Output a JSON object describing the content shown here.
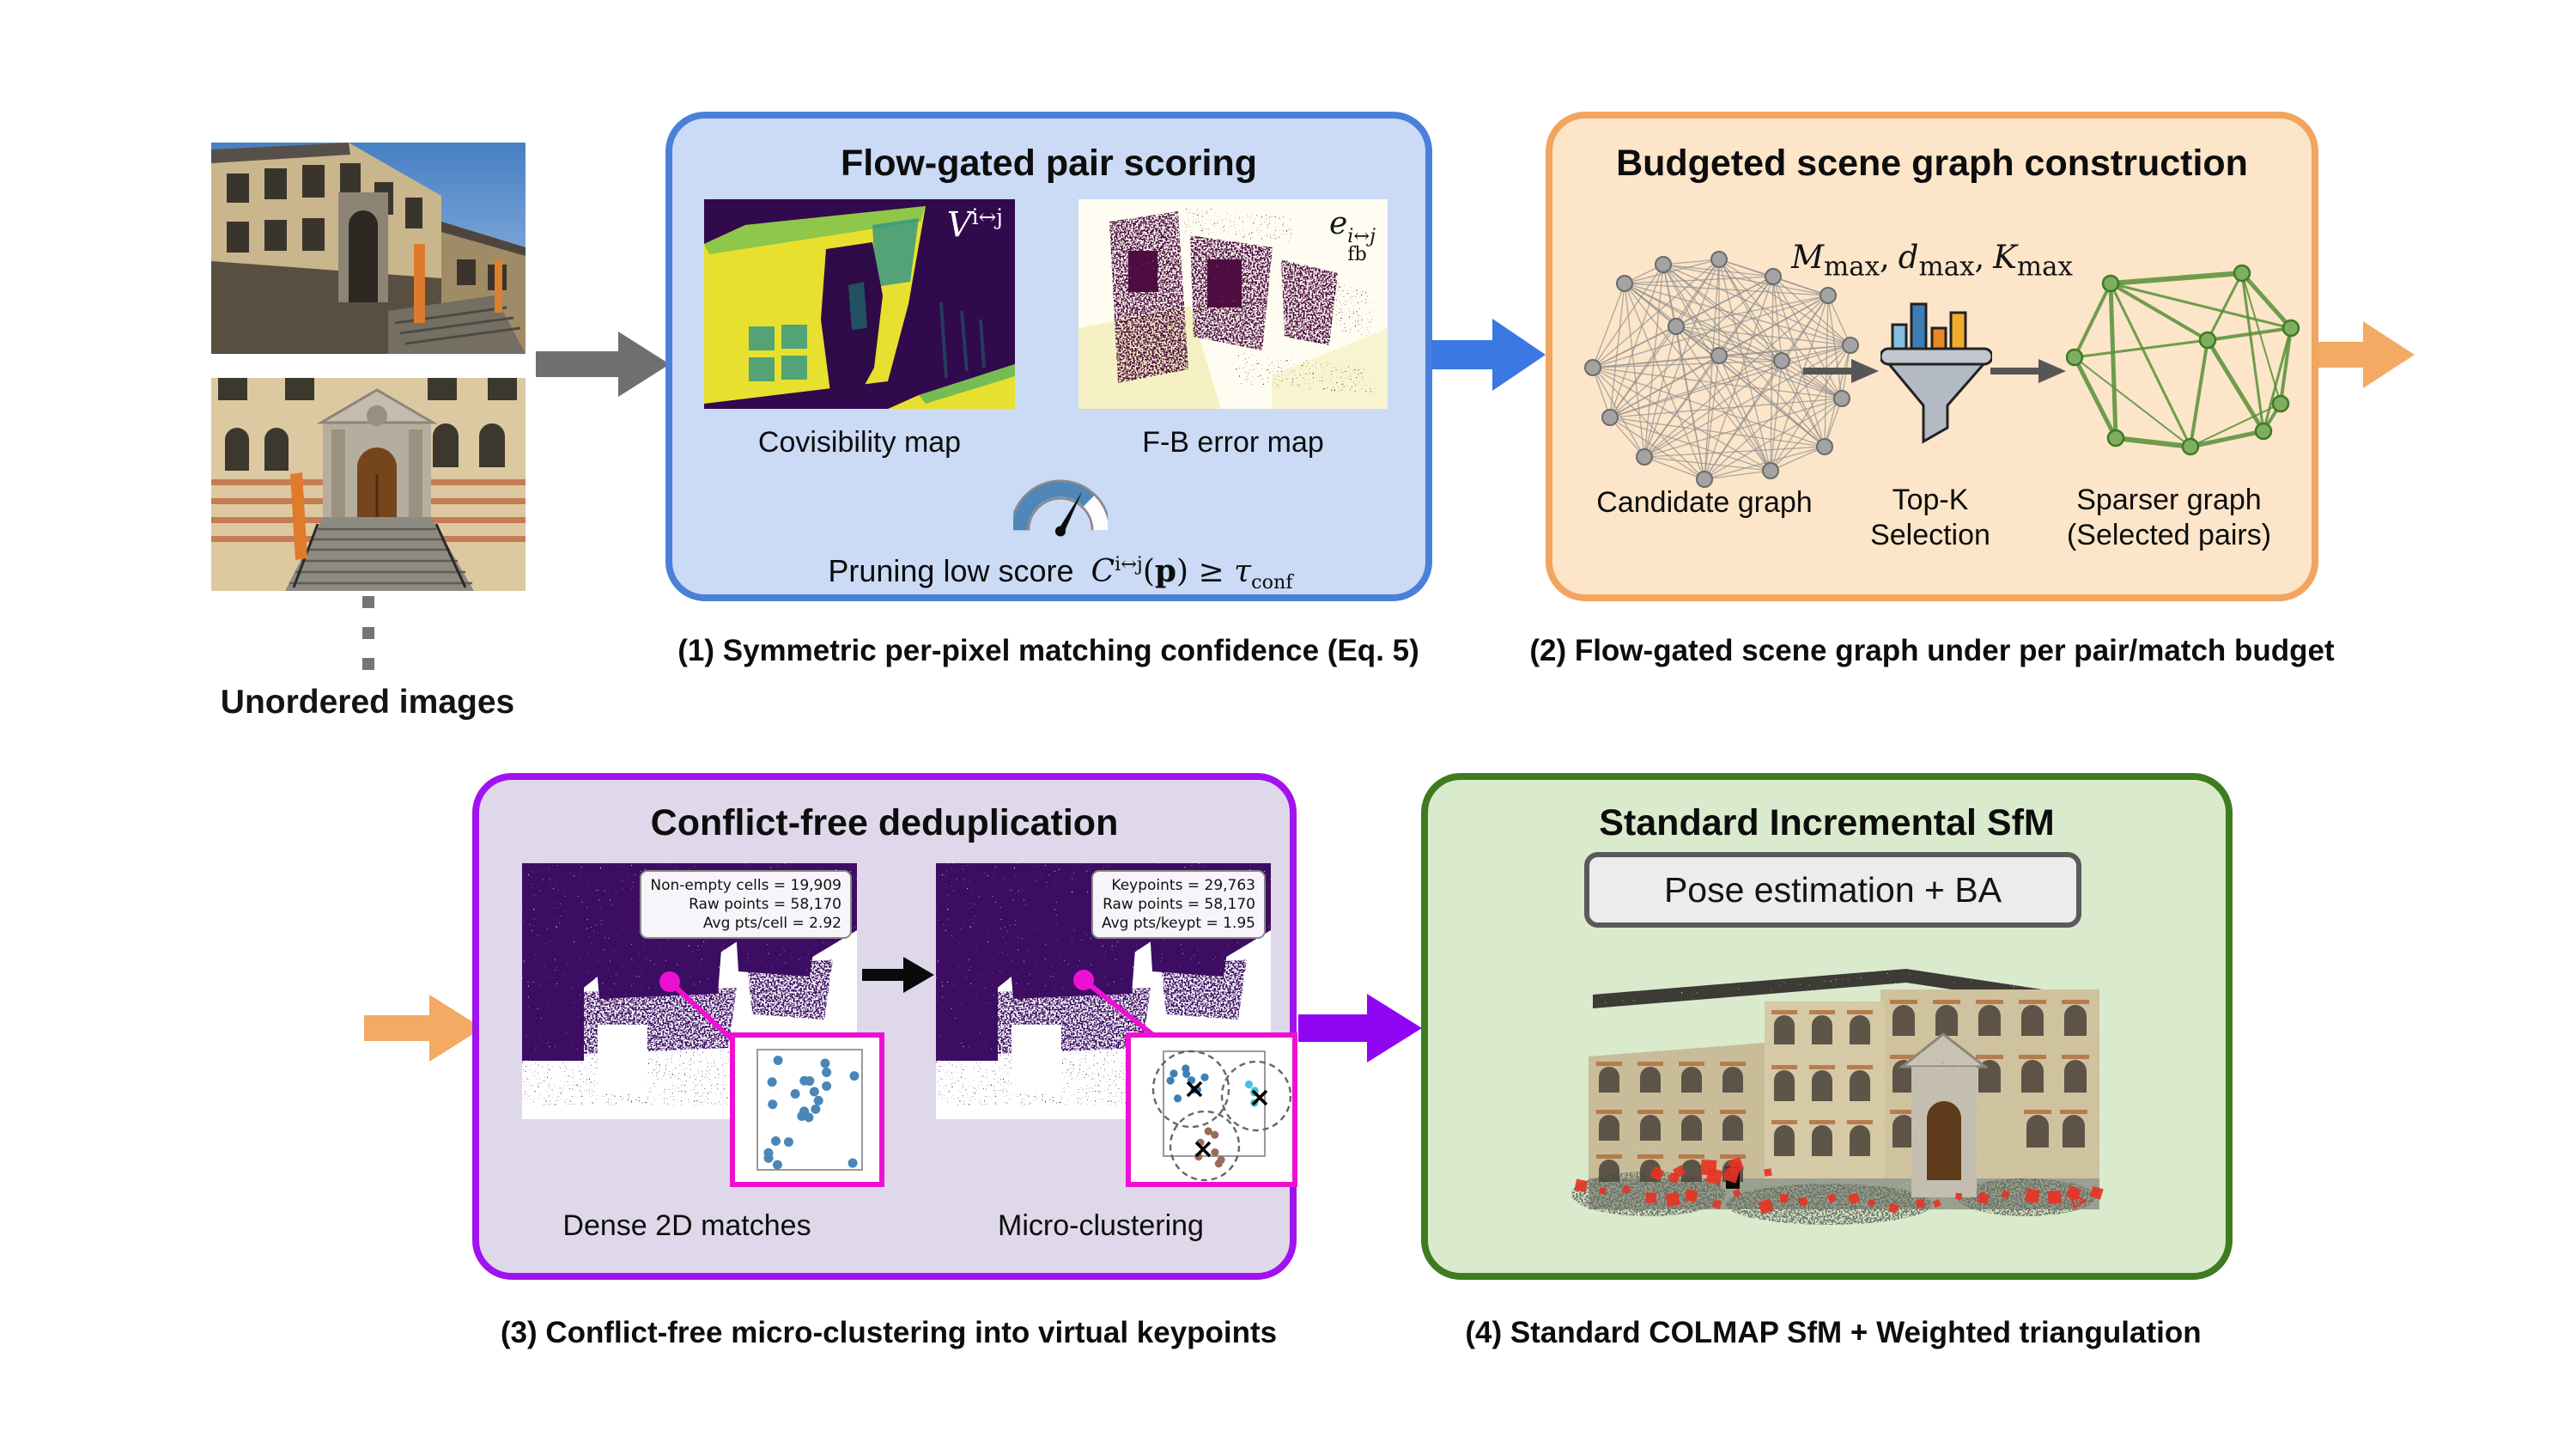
{
  "input": {
    "label": "Unordered images"
  },
  "panels": {
    "scoring": {
      "title": "Flow-gated pair scoring",
      "covis_label": "Covisibility map",
      "fb_label": "F-B error map",
      "pruning_text": "Pruning low score",
      "caption": "(1) Symmetric per-pixel matching confidence (Eq. 5)",
      "formulas": {
        "v_base": "V",
        "v_sup": "i↔j",
        "e_base": "e",
        "e_sup": "i↔j",
        "e_sub": "fb",
        "c_base": "C",
        "c_sup": "i↔j",
        "c_open": "(",
        "c_p": "p",
        "c_close": ")",
        "c_geq": "≥",
        "tau": "τ",
        "tau_sub": "conf"
      }
    },
    "budget": {
      "title": "Budgeted scene graph construction",
      "candidate_label": "Candidate graph",
      "topk_line1": "Top-K",
      "topk_line2": "Selection",
      "sparser_line1": "Sparser graph",
      "sparser_line2": "(Selected pairs)",
      "caption": "(2) Flow-gated scene graph under per pair/match budget",
      "formulas": {
        "m": "M",
        "d": "d",
        "k": "K",
        "sub": "max",
        "comma": ","
      }
    },
    "dedup": {
      "title": "Conflict-free deduplication",
      "left_label": "Dense 2D matches",
      "right_label": "Micro-clustering",
      "caption": "(3) Conflict-free micro-clustering into virtual keypoints",
      "left_stats": {
        "line1": "Non-empty cells = 19,909",
        "line2": "Raw points = 58,170",
        "line3": "Avg pts/cell = 2.92"
      },
      "right_stats": {
        "line1": "Keypoints = 29,763",
        "line2": "Raw points = 58,170",
        "line3": "Avg pts/keypt = 1.95"
      }
    },
    "sfm": {
      "title": "Standard Incremental SfM",
      "pose_label": "Pose estimation + BA",
      "caption": "(4) Standard COLMAP SfM + Weighted triangulation"
    }
  },
  "colors": {
    "box1_fill": "#cbdaf5",
    "box1_border": "#4a80d9",
    "box2_fill": "#fce5c8",
    "box2_border": "#f1a55f",
    "box3_fill": "#ded8ea",
    "box3_border": "#a211f0",
    "box4_fill": "#daeacd",
    "box4_border": "#3d7c1f",
    "arrow_gray": "#6f6f6f",
    "arrow_blue": "#3b78e3",
    "arrow_orange": "#f3aa62",
    "arrow_purple": "#9006f2",
    "arrow_black": "#0a0a0a",
    "magenta": "#ee10d2"
  }
}
